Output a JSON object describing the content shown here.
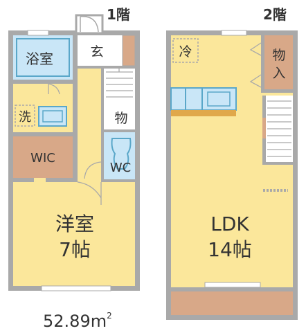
{
  "floors": [
    {
      "label": "1階",
      "rooms": [
        {
          "id": "bath",
          "label": "浴室"
        },
        {
          "id": "entrance",
          "label": "玄"
        },
        {
          "id": "washroom",
          "label": "洗"
        },
        {
          "id": "storage1",
          "label": "物"
        },
        {
          "id": "wic",
          "label": "WIC"
        },
        {
          "id": "toilet",
          "label": "WC"
        },
        {
          "id": "western-room",
          "label": "洋室",
          "size": "7帖"
        }
      ]
    },
    {
      "label": "2階",
      "rooms": [
        {
          "id": "fridge",
          "label": "冷"
        },
        {
          "id": "closet",
          "label": "物入"
        },
        {
          "id": "ldk",
          "label": "LDK",
          "size": "14帖"
        }
      ]
    }
  ],
  "area": {
    "value": "52.89",
    "unit": "m",
    "superscript": "2"
  },
  "colors": {
    "wall": "#a9a9a9",
    "floor_yellow": "#fbe79b",
    "wet_blue": "#c9e6f7",
    "wood": "#d8a888",
    "fixture": "#5aa7c9",
    "counter": "#e0a84a",
    "text": "#333333"
  }
}
